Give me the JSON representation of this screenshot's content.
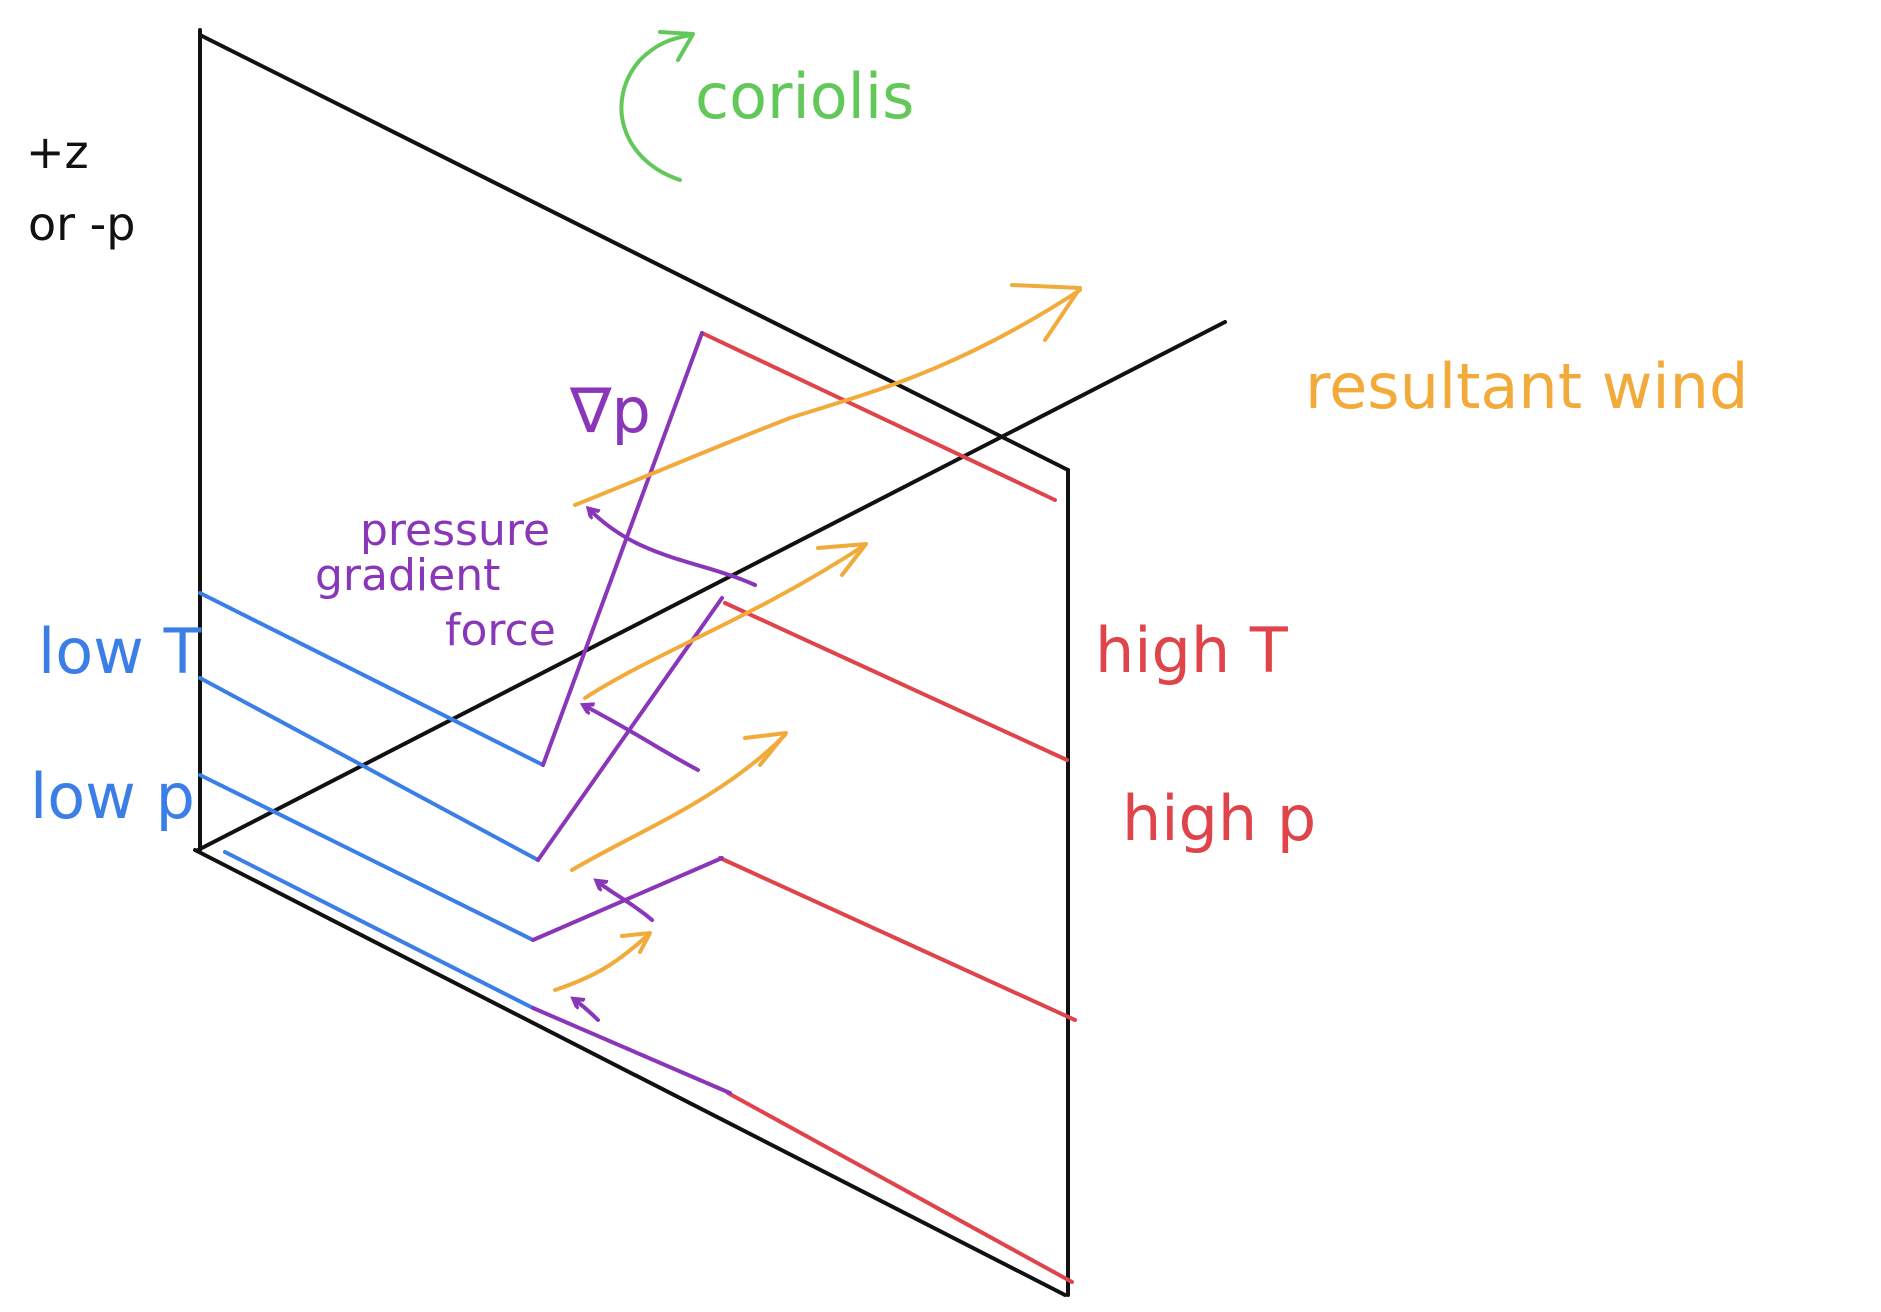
{
  "labels": {
    "z_axis_line1": "+z",
    "z_axis_line2": "or -p",
    "coriolis": "coriolis",
    "grad_p": "∇p",
    "pgf_line1": "pressure",
    "pgf_line2": "gradient",
    "pgf_line3": "force",
    "low_t": "low T",
    "low_p": "low p",
    "high_t": "high T",
    "high_p": "high p",
    "resultant_wind": "resultant wind"
  },
  "colors": {
    "axis": "#111111",
    "low": "#3b7fe6",
    "high": "#e0444b",
    "gradient": "#8a36b8",
    "wind": "#f2aa3a",
    "coriolis": "#63c85a"
  }
}
